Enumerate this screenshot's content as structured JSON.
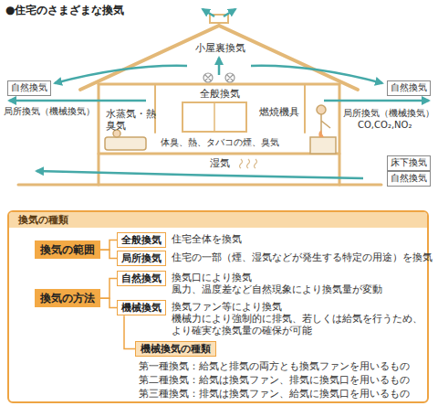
{
  "diagram": {
    "title": "●住宅のさまざまな換気",
    "nodes": [
      {
        "text": [
          "自然換気"
        ]
      },
      {
        "text": [
          "自然換気"
        ]
      },
      {
        "text": [
          "床下換気"
        ]
      },
      {
        "text": [
          "自然換気"
        ]
      },
      {
        "text": [
          "換気の種類"
        ]
      },
      {
        "text": [
          "換気の範囲"
        ],
        "in": 4
      },
      {
        "text": [
          "全般換気"
        ],
        "in": 4
      },
      {
        "text": [
          "局所換気"
        ],
        "in": 4
      },
      {
        "text": [
          "換気の方法"
        ],
        "in": 4
      },
      {
        "text": [
          "自然換気"
        ],
        "in": 4
      },
      {
        "text": [
          "機械換気"
        ],
        "in": 4
      },
      {
        "text": [
          "機械換気の種類"
        ],
        "in": 4
      }
    ],
    "edges": [
      {
        "from": 5,
        "to": 6,
        "arrow": "none"
      },
      {
        "from": 5,
        "to": 7,
        "arrow": "none"
      },
      {
        "from": 8,
        "to": 9,
        "arrow": "none"
      },
      {
        "from": 8,
        "to": 10,
        "arrow": "none"
      },
      {
        "from": 10,
        "to": 11,
        "arrow": "none"
      }
    ],
    "labels": [
      "小屋裏換気",
      "全般換気",
      "局所換気（機械換気）",
      "水蒸気・熱 臭気",
      "燃焼機具",
      "局所換気（機械換気）",
      "CO,CO₂,NO₂",
      "体臭、熱、タバコの煙、臭気",
      "湿気",
      "住宅全体を換気",
      "住宅の一部（煙、湿気などが発生する特定の用途）を換気",
      "換気口により換気",
      "風力、温度差など自然現象により換気量が変動",
      "換気ファン等により換気",
      "機械力により強制的に排気、若しくは給気を行うため、より確実な換気量の確保が可能",
      "第一種換気：給気と排気の両方とも換気ファンを用いるもの",
      "第二種換気：給気は換気ファン、排気に換気口を用いるもの",
      "第三種換気：排気は換気ファン、給気に換気口を用いるもの"
    ]
  }
}
